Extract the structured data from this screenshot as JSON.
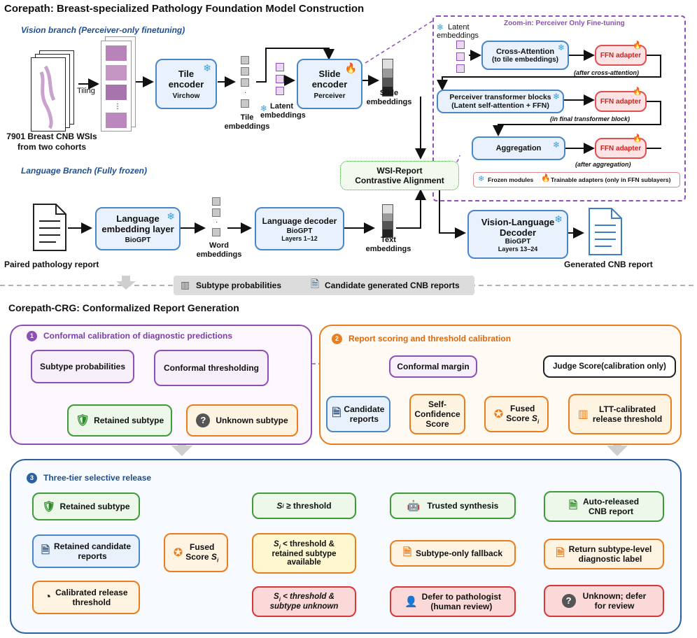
{
  "title_top": "Corepath: Breast-specialized Pathology Foundation Model Construction",
  "vision_branch": "Vision branch (Perceiver-only finetuning)",
  "language_branch": "Language Branch (Fully frozen)",
  "wsi_caption_1": "7901 Breast CNB WSIs",
  "wsi_caption_2": "from two cohorts",
  "tiling": "Tiling",
  "tile_encoder": {
    "title_1": "Tile",
    "title_2": "encoder",
    "sub": "Virchow"
  },
  "tile_embeddings_1": "Tile",
  "tile_embeddings_2": "embeddings",
  "latent_embeddings_1": "Latent",
  "latent_embeddings_2": "embeddings",
  "slide_encoder": {
    "title_1": "Slide",
    "title_2": "encoder",
    "sub": "Perceiver"
  },
  "slide_embeddings_1": "Slide",
  "slide_embeddings_2": "embeddings",
  "zoom": {
    "title": "Zoom-in: Perceiver Only Fine-tuning",
    "latent_1": "Latent",
    "latent_2": "embeddings",
    "cross_attention_1": "Cross-Attention",
    "cross_attention_2": "(to tile embeddings)",
    "ffn_adapter": "FFN adapter",
    "after_cross": "(after cross-attention)",
    "perceiver_blocks_1": "Perceiver transformer blocks",
    "perceiver_blocks_2": "(Latent self-attention + FFN)",
    "in_final": "(in final transformer block)",
    "aggregation": "Aggregation",
    "after_agg": "(after aggregation)",
    "legend_frozen": "Frozen modules",
    "legend_trainable": "Trainable adapters (only in FFN sublayers)"
  },
  "contrastive_1": "WSI-Report",
  "contrastive_2": "Contrastive Alignment",
  "report_caption": "Paired pathology report",
  "lang_embedding": {
    "title_1": "Language",
    "title_2": "embedding layer",
    "sub": "BioGPT"
  },
  "word_embeddings_1": "Word",
  "word_embeddings_2": "embeddings",
  "lang_decoder": {
    "title": "Language decoder",
    "sub_1": "BioGPT",
    "sub_2": "Layers 1–12"
  },
  "text_embeddings_1": "Text",
  "text_embeddings_2": "embeddings",
  "vl_decoder": {
    "title_1": "Vision-Language",
    "title_2": "Decoder",
    "sub_1": "BioGPT",
    "sub_2": "Layers 13–24"
  },
  "generated_report": "Generated CNB report",
  "banner": {
    "subtype_prob": "Subtype probabilities",
    "candidate_reports": "Candidate generated CNB reports"
  },
  "title_bottom": "Corepath-CRG: Conformalized Report Generation",
  "panel1": {
    "num": "1",
    "title": "Conformal calibration of diagnostic predictions",
    "subtype_prob": "Subtype probabilities",
    "thresholding": "Conformal thresholding",
    "retained": "Retained subtype",
    "unknown": "Unknown subtype"
  },
  "panel2": {
    "num": "2",
    "title": "Report scoring and threshold calibration",
    "margin": "Conformal margin",
    "judge": "Judge Score(calibration only)",
    "candidate_1": "Candidate",
    "candidate_2": "reports",
    "selfconf_1": "Self-",
    "selfconf_2": "Confidence",
    "selfconf_3": "Score",
    "fused_1": "Fused",
    "fused_2": "Score",
    "fused_sym": "S",
    "fused_sub": "i",
    "ltt_1": "LTT-calibrated",
    "ltt_2": "release  threshold"
  },
  "panel3": {
    "num": "3",
    "title": "Three-tier selective release",
    "retained": "Retained subtype",
    "candidate_1": "Retained candidate",
    "candidate_2": "reports",
    "calibrated_1": "Calibrated release",
    "calibrated_2": "threshold",
    "fused_1": "Fused",
    "fused_2": "Score",
    "cond1": "≥ threshold",
    "cond2_1": "< threshold &",
    "cond2_2": "retained subtype",
    "cond2_3": "available",
    "cond3_1": "< threshold &",
    "cond3_2": "subtype unknown",
    "trusted": "Trusted synthesis",
    "fallback": "Subtype-only fallback",
    "defer_1": "Defer to pathologist",
    "defer_2": "(human review)",
    "auto_1": "Auto-released",
    "auto_2": "CNB report",
    "return_1": "Return subtype-level",
    "return_2": "diagnostic label",
    "unknown_1": "Unknown; defer",
    "unknown_2": "for review"
  },
  "colors": {
    "blue": "#4a86c8",
    "purple": "#8e50b4",
    "orange": "#ea7d1d",
    "green": "#3f9a3a",
    "red": "#d83737",
    "panel3_border": "#2e5f9e"
  }
}
